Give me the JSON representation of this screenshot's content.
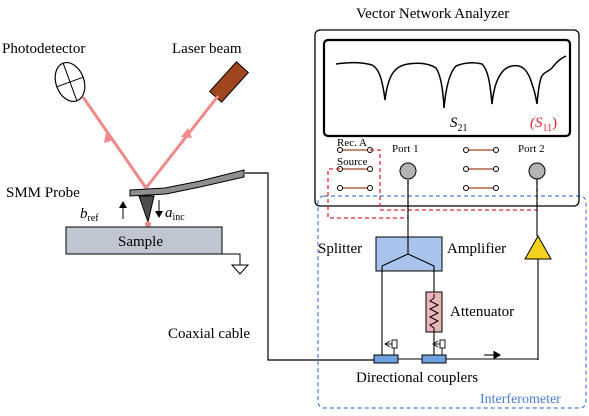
{
  "labels": {
    "vna_title": "Vector Network Analyzer",
    "photodetector": "Photodetector",
    "laser": "Laser beam",
    "smm_probe": "SMM Probe",
    "b_ref": "b",
    "b_ref_sub": "ref",
    "a_inc": "a",
    "a_inc_sub": "inc",
    "sample": "Sample",
    "coax": "Coaxial cable",
    "rec_a": "Rec. A",
    "source": "Source",
    "port1": "Port 1",
    "port2": "Port 2",
    "s21": "S",
    "s21_sub": "21",
    "s11": "(S",
    "s11_sub": "11",
    "s11_close": ")",
    "splitter": "Splitter",
    "amplifier": "Amplifier",
    "attenuator": "Attenuator",
    "couplers": "Directional couplers",
    "interferometer": "Interferometer"
  },
  "colors": {
    "laser": "#f08a8a",
    "laser_source": "#a0461e",
    "sample_fill": "#bfc6d1",
    "splitter_fill": "#a9c4ec",
    "amplifier_fill": "#f5d21e",
    "attenuator_fill": "#e8b6b6",
    "dashed_red": "#e0262e",
    "dashed_blue": "#4a7fd0"
  }
}
